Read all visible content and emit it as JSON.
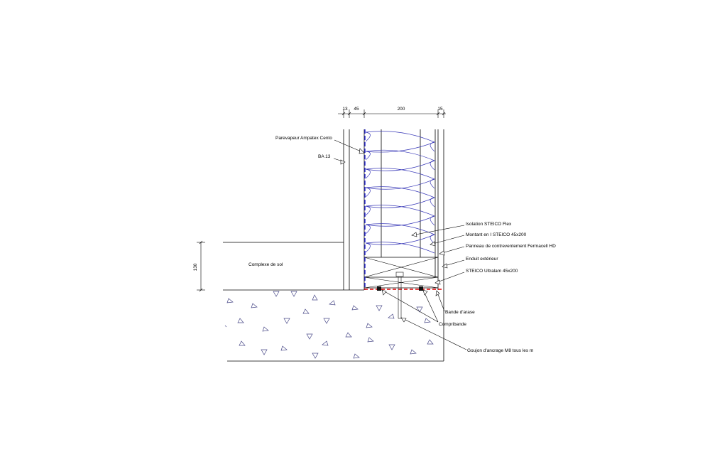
{
  "dimensions": {
    "top": [
      "13",
      "45",
      "200",
      "15"
    ],
    "vertical": "130"
  },
  "labels": {
    "parevapeur": "Parevapeur Ampatex Cento",
    "ba13": "BA 13",
    "complexe_sol": "Complexe de sol",
    "isolation": "Isolation STEICO Flex",
    "montant": "Montant en I STEICO 45x200",
    "panneau": "Panneau de contreventement Fermacell HD",
    "enduit": "Enduit extérieur",
    "ultralam": "STEICO Ultralam 45x200",
    "bande_arase": "Bande d'arase",
    "compriband": "Compribande",
    "goujon": "Goujon d'ancrage M8 tous les m"
  },
  "colors": {
    "line": "#000000",
    "insulation": "#3a3ab8",
    "vapour_barrier": "#2020d0",
    "arase_band": "#e00000",
    "concrete_mark": "#4a4a88",
    "anchor": "#333333"
  }
}
